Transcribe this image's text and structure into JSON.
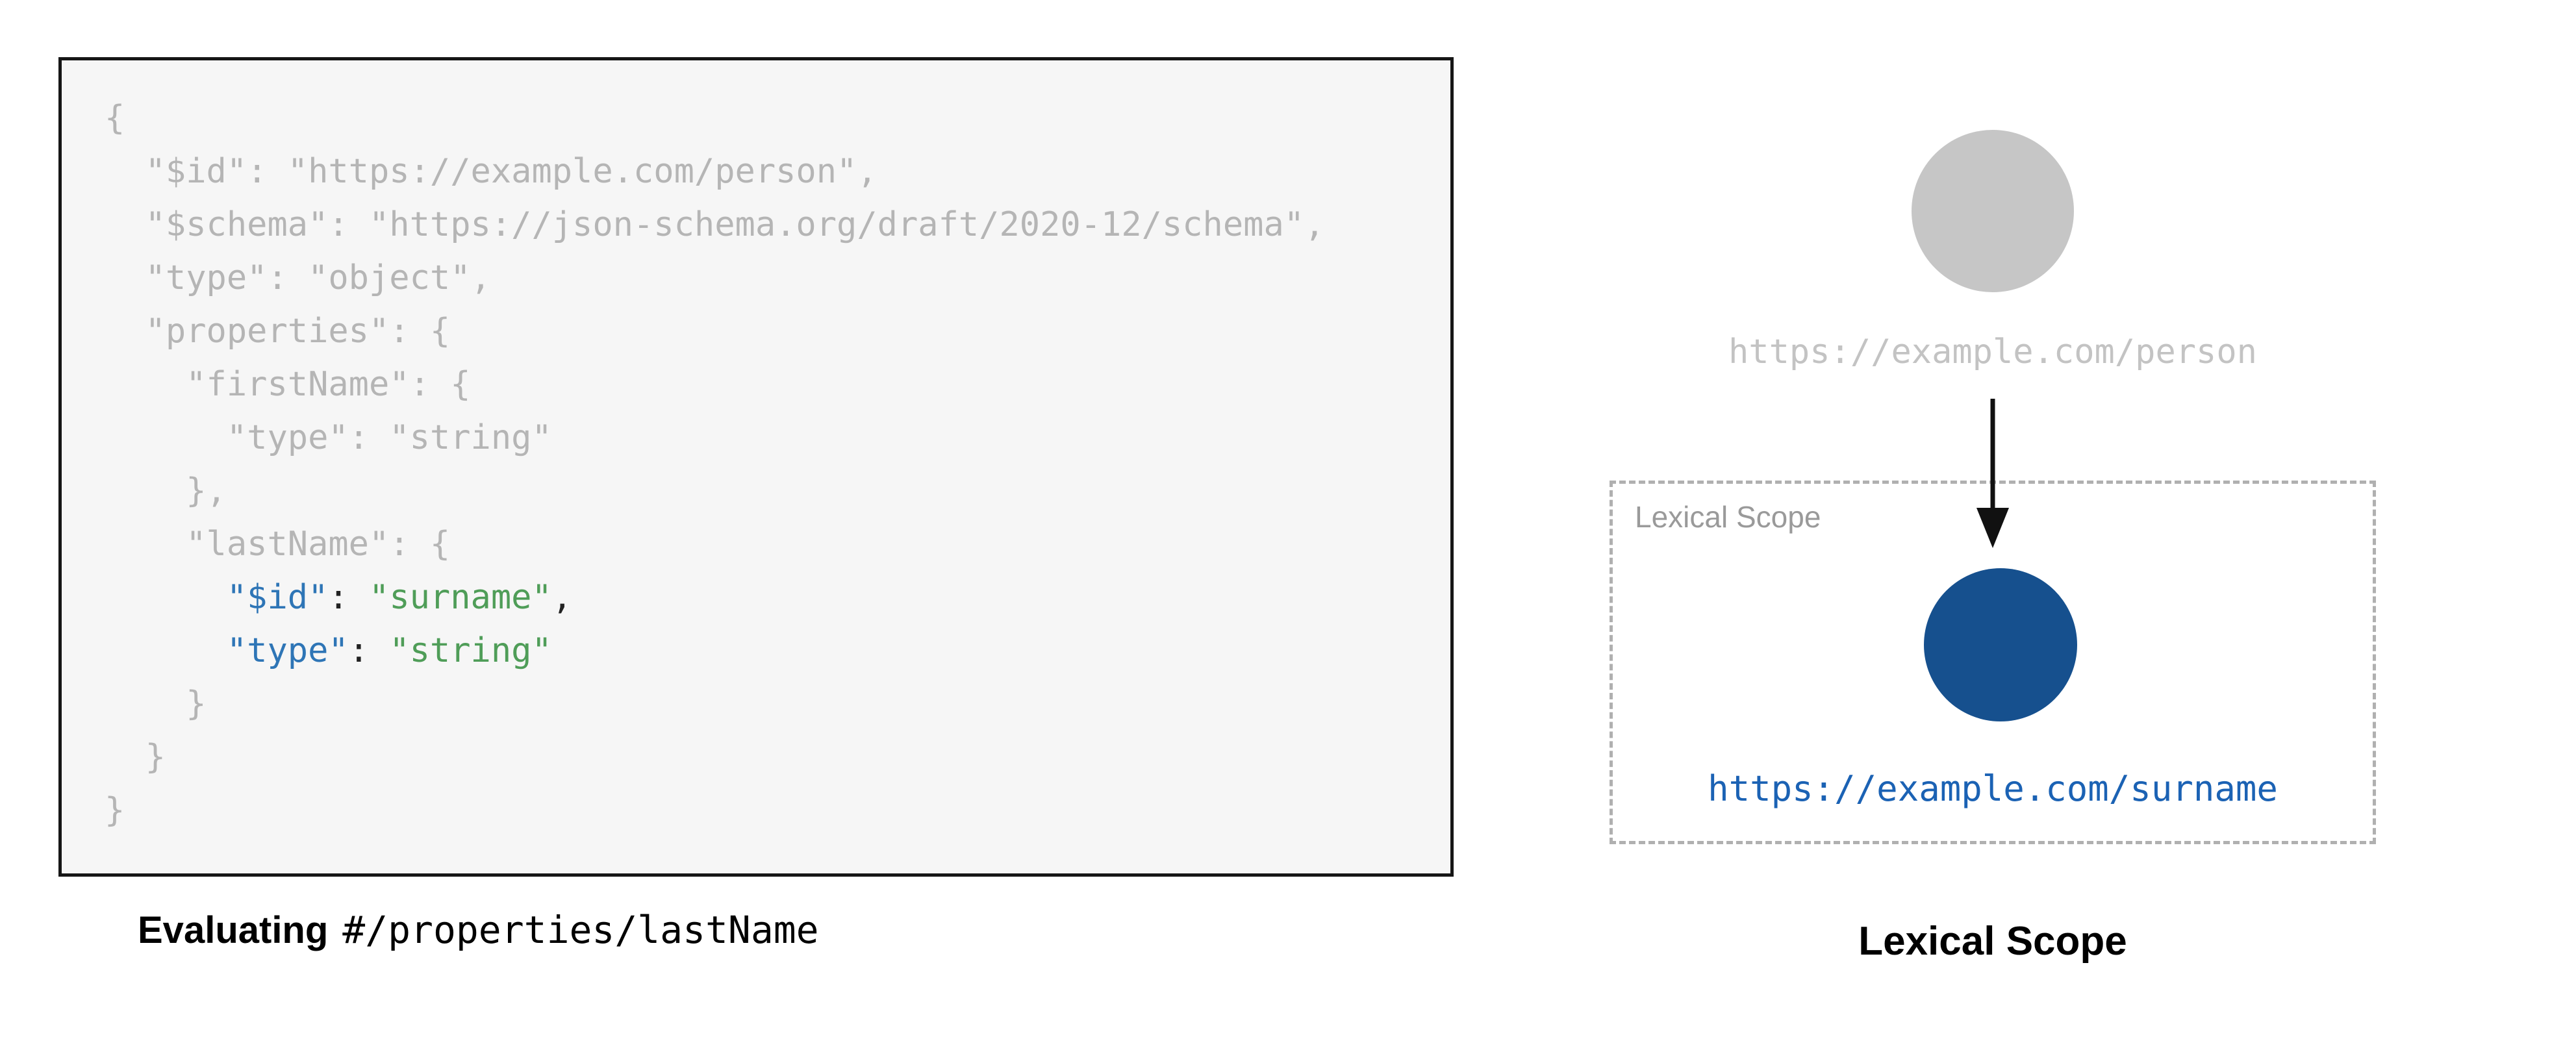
{
  "page": {
    "background": "#ffffff"
  },
  "code_panel": {
    "caption": {
      "bold": "Evaluating",
      "path": "#/properties/lastName"
    },
    "colors": {
      "background": "#f6f6f6",
      "border": "#161616",
      "muted": "#b5b5b5",
      "key": "#2e75b6",
      "string": "#4f9d58",
      "plain": "#222222"
    },
    "lines": [
      [
        {
          "t": "{",
          "c": "muted"
        }
      ],
      [
        {
          "t": "  \"$id\": \"https://example.com/person\",",
          "c": "muted"
        }
      ],
      [
        {
          "t": "  \"$schema\": \"https://json-schema.org/draft/2020-12/schema\",",
          "c": "muted"
        }
      ],
      [
        {
          "t": "  \"type\": \"object\",",
          "c": "muted"
        }
      ],
      [
        {
          "t": "  \"properties\": {",
          "c": "muted"
        }
      ],
      [
        {
          "t": "    \"firstName\": {",
          "c": "muted"
        }
      ],
      [
        {
          "t": "      \"type\": \"string\"",
          "c": "muted"
        }
      ],
      [
        {
          "t": "    },",
          "c": "muted"
        }
      ],
      [
        {
          "t": "    \"lastName\": {",
          "c": "muted"
        }
      ],
      [
        {
          "t": "      ",
          "c": "plain"
        },
        {
          "t": "\"$id\"",
          "c": "key"
        },
        {
          "t": ": ",
          "c": "plain"
        },
        {
          "t": "\"surname\"",
          "c": "string"
        },
        {
          "t": ",",
          "c": "plain"
        }
      ],
      [
        {
          "t": "      ",
          "c": "plain"
        },
        {
          "t": "\"type\"",
          "c": "key"
        },
        {
          "t": ": ",
          "c": "plain"
        },
        {
          "t": "\"string\"",
          "c": "string"
        }
      ],
      [
        {
          "t": "    }",
          "c": "muted"
        }
      ],
      [
        {
          "t": "  }",
          "c": "muted"
        }
      ],
      [
        {
          "t": "}",
          "c": "muted"
        }
      ]
    ]
  },
  "diagram": {
    "outer_node": {
      "label": "https://example.com/person",
      "color": "#c6c6c6",
      "label_color": "#c3c3c3"
    },
    "scope_box": {
      "label": "Lexical Scope",
      "border_color": "#b0b0b0",
      "label_color": "#9a9a9a"
    },
    "inner_node": {
      "label": "https://example.com/surname",
      "color": "#16508e",
      "label_color": "#1b62b4"
    },
    "arrow_color": "#111111",
    "caption": "Lexical Scope"
  }
}
